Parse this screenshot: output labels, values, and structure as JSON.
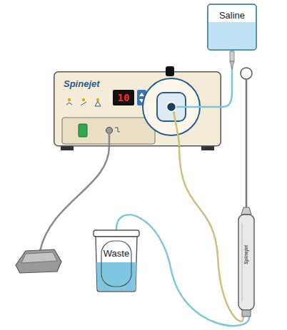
{
  "diagram": {
    "nodes": [
      {
        "text": [
          "Spinejet",
          "10"
        ]
      },
      {
        "text": [
          "Saline"
        ]
      },
      {
        "text": [
          "Spinejet"
        ]
      },
      {
        "text": [
          "Waste"
        ]
      }
    ],
    "edges": [
      {
        "from": 1,
        "to": 0,
        "arrow": "none"
      },
      {
        "from": 0,
        "to": 2,
        "arrow": "none"
      },
      {
        "from": 2,
        "to": 3,
        "arrow": "none"
      }
    ]
  }
}
